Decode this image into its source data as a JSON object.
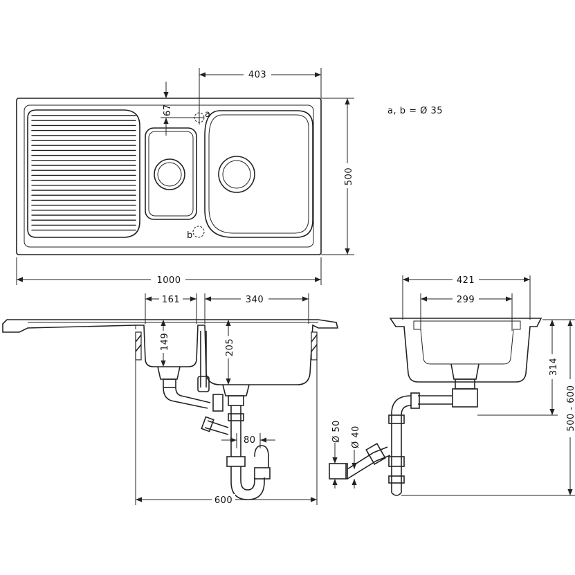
{
  "top_view": {
    "dim_width_total": "1000",
    "dim_height": "500",
    "dim_bowl_offset": "403",
    "dim_tap_offset": "67",
    "tap_hole_a": "a",
    "tap_hole_b": "b",
    "note": "a, b = Ø 35"
  },
  "front_view": {
    "dim_small_bowl_width": "161",
    "dim_large_bowl_width": "340",
    "dim_small_bowl_depth": "149",
    "dim_large_bowl_depth": "205",
    "dim_trap_offset": "80",
    "dim_cabinet": "600"
  },
  "side_view": {
    "dim_outer_width": "421",
    "dim_inner_width": "299",
    "dim_depth": "314",
    "dim_waste_height": "500 - 600",
    "dim_pipe_50": "Ø 50",
    "dim_pipe_40": "Ø 40"
  }
}
